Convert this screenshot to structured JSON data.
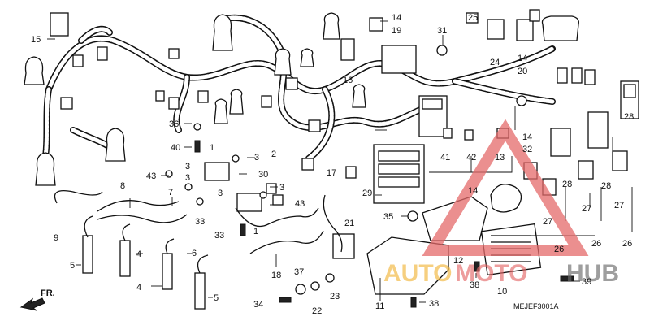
{
  "diagram": {
    "code": "MEJEF3001A",
    "direction_label": "FR.",
    "callouts": [
      {
        "id": "c15",
        "text": "15"
      },
      {
        "id": "c14a",
        "text": "14"
      },
      {
        "id": "c19",
        "text": "19"
      },
      {
        "id": "c31",
        "text": "31"
      },
      {
        "id": "c25",
        "text": "25"
      },
      {
        "id": "c24",
        "text": "24"
      },
      {
        "id": "c14b",
        "text": "14"
      },
      {
        "id": "c20",
        "text": "20"
      },
      {
        "id": "c16",
        "text": "16"
      },
      {
        "id": "c28a",
        "text": "28"
      },
      {
        "id": "c36",
        "text": "36"
      },
      {
        "id": "c2",
        "text": "2"
      },
      {
        "id": "c17",
        "text": "17"
      },
      {
        "id": "c14c",
        "text": "14"
      },
      {
        "id": "c32",
        "text": "32"
      },
      {
        "id": "c40",
        "text": "40"
      },
      {
        "id": "c1a",
        "text": "1"
      },
      {
        "id": "c3a",
        "text": "3"
      },
      {
        "id": "c41",
        "text": "41"
      },
      {
        "id": "c42",
        "text": "42"
      },
      {
        "id": "c13",
        "text": "13"
      },
      {
        "id": "c43a",
        "text": "43"
      },
      {
        "id": "c3b",
        "text": "3"
      },
      {
        "id": "c30",
        "text": "30"
      },
      {
        "id": "c3c",
        "text": "3"
      },
      {
        "id": "c8",
        "text": "8"
      },
      {
        "id": "c7",
        "text": "7"
      },
      {
        "id": "c29",
        "text": "29"
      },
      {
        "id": "c14d",
        "text": "14"
      },
      {
        "id": "c28b",
        "text": "28"
      },
      {
        "id": "c28c",
        "text": "28"
      },
      {
        "id": "c3d",
        "text": "3"
      },
      {
        "id": "c43b",
        "text": "43"
      },
      {
        "id": "c33a",
        "text": "33"
      },
      {
        "id": "c27a",
        "text": "27"
      },
      {
        "id": "c27b",
        "text": "27"
      },
      {
        "id": "c27c",
        "text": "27"
      },
      {
        "id": "c9",
        "text": "9"
      },
      {
        "id": "c35",
        "text": "35"
      },
      {
        "id": "c21",
        "text": "21"
      },
      {
        "id": "c1b",
        "text": "1"
      },
      {
        "id": "c33b",
        "text": "33"
      },
      {
        "id": "c26a",
        "text": "26"
      },
      {
        "id": "c26b",
        "text": "26"
      },
      {
        "id": "c26c",
        "text": "26"
      },
      {
        "id": "c5a",
        "text": "5"
      },
      {
        "id": "c4a",
        "text": "4"
      },
      {
        "id": "c6",
        "text": "6"
      },
      {
        "id": "c18",
        "text": "18"
      },
      {
        "id": "c12",
        "text": "12"
      },
      {
        "id": "c37",
        "text": "37"
      },
      {
        "id": "c39",
        "text": "39"
      },
      {
        "id": "c4b",
        "text": "4"
      },
      {
        "id": "c38a",
        "text": "38"
      },
      {
        "id": "c10",
        "text": "10"
      },
      {
        "id": "c5b",
        "text": "5"
      },
      {
        "id": "c22",
        "text": "22"
      },
      {
        "id": "c23",
        "text": "23"
      },
      {
        "id": "c34",
        "text": "34"
      },
      {
        "id": "c11",
        "text": "11"
      },
      {
        "id": "c38b",
        "text": "38"
      }
    ]
  },
  "watermark": {
    "text_part1": "AUTO",
    "text_part2": "MOTO",
    "text_part3": "HUB",
    "color_primary": "#f2b63c",
    "color_secondary": "#e46a6a",
    "color_tertiary": "#6b6b6b"
  }
}
